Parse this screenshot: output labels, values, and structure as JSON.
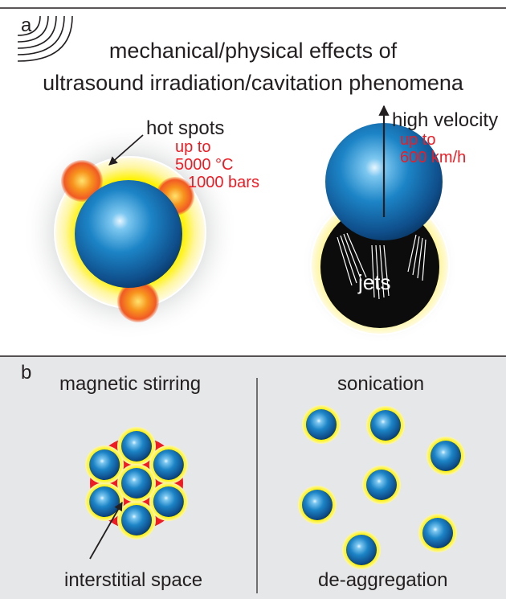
{
  "panel_a": {
    "letter": "a",
    "title_line1": "mechanical/physical effects of",
    "title_line2": "ultrasound irradiation/cavitation phenomena",
    "hot_spots_label": "hot spots",
    "hot_spots_condition_line1": "up to",
    "hot_spots_condition_line2": "5000 °C",
    "hot_spots_condition_line3": "1000 bars",
    "velocity_label": "high velocity",
    "velocity_condition_line1": "up to",
    "velocity_condition_line2": "600 km/h",
    "jets_label": "jets"
  },
  "panel_b": {
    "letter": "b",
    "left_heading": "magnetic stirring",
    "right_heading": "sonication",
    "left_caption": "interstitial space",
    "right_caption": "de-aggregation"
  },
  "colors": {
    "sphere_blue": "#1b75bb",
    "halo_yellow": "#fff200",
    "hot_spot_orange": "#f7941d",
    "label_red": "#ed1c24",
    "interstitial_red": "#ed1c24",
    "panel_b_background": "#e6e7e8"
  },
  "icons": {
    "ultrasound_waves": "ultrasound-waves-icon"
  }
}
